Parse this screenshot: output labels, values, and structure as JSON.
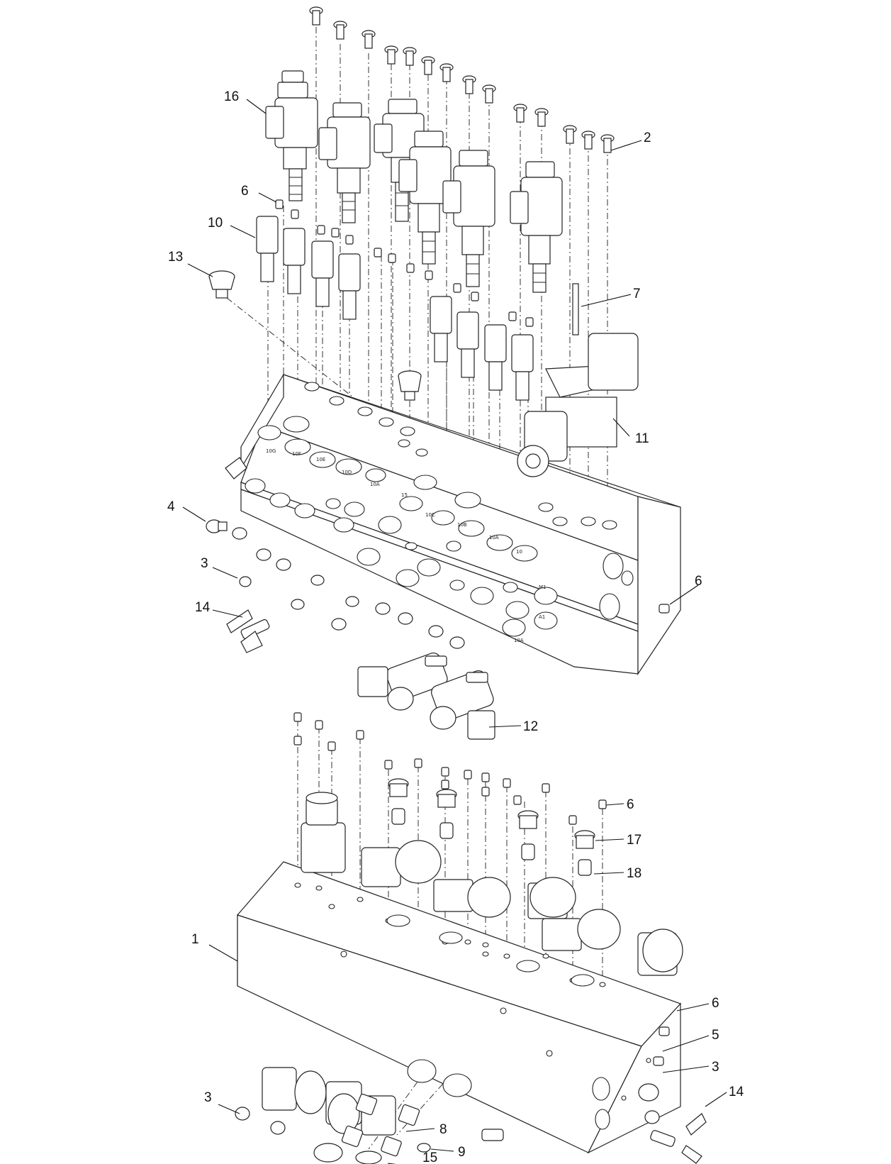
{
  "diagram": {
    "callouts": [
      {
        "id": "c16a",
        "label": "16"
      },
      {
        "id": "c2a",
        "label": "2"
      },
      {
        "id": "c6a",
        "label": "6"
      },
      {
        "id": "c10a",
        "label": "10"
      },
      {
        "id": "c13a",
        "label": "13"
      },
      {
        "id": "c7a",
        "label": "7"
      },
      {
        "id": "c11a",
        "label": "11"
      },
      {
        "id": "c4a",
        "label": "4"
      },
      {
        "id": "c3a",
        "label": "3"
      },
      {
        "id": "c6b",
        "label": "6"
      },
      {
        "id": "c14a",
        "label": "14"
      },
      {
        "id": "c12a",
        "label": "12"
      },
      {
        "id": "c6c",
        "label": "6"
      },
      {
        "id": "c17a",
        "label": "17"
      },
      {
        "id": "c18a",
        "label": "18"
      },
      {
        "id": "c1a",
        "label": "1"
      },
      {
        "id": "c6d",
        "label": "6"
      },
      {
        "id": "c5a",
        "label": "5"
      },
      {
        "id": "c3b",
        "label": "3"
      },
      {
        "id": "c14b",
        "label": "14"
      },
      {
        "id": "c3c",
        "label": "3"
      },
      {
        "id": "c9a",
        "label": "9"
      },
      {
        "id": "c8a",
        "label": "8"
      },
      {
        "id": "c15a",
        "label": "15"
      }
    ]
  }
}
